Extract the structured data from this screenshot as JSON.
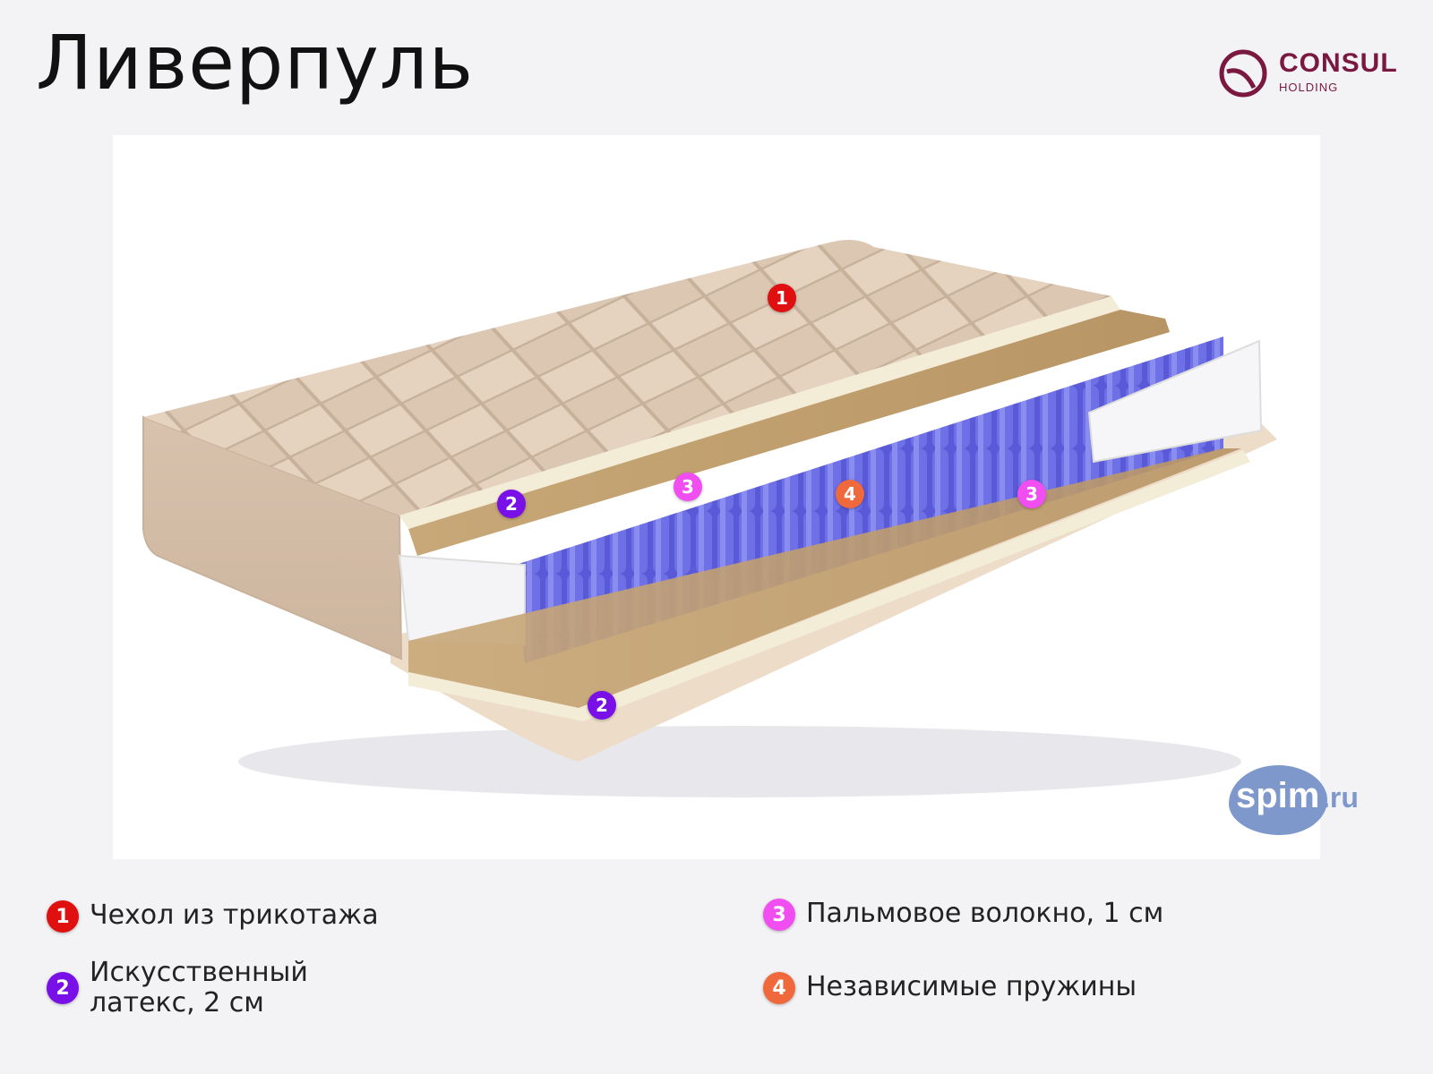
{
  "title": "Ливерпуль",
  "brand": {
    "name": "CONSUL",
    "sub": "HOLDING",
    "color": "#7a1840"
  },
  "watermark": {
    "word": "spim",
    "suffix": ".ru",
    "color": "#7f98cc"
  },
  "markers": {
    "cover": "1",
    "latex": "2",
    "palm": "3",
    "springs": "4"
  },
  "legend": [
    {
      "number": "1",
      "text": "Чехол из трикотажа",
      "color": "#e01010"
    },
    {
      "number": "2",
      "text": "Искусственный\nлатекс, 2 см",
      "color": "#7a10e8"
    },
    {
      "number": "3",
      "text": "Пальмовое волокно, 1 см",
      "color": "#f14ef1"
    },
    {
      "number": "4",
      "text": "Независимые пружины",
      "color": "#f0693d"
    }
  ]
}
